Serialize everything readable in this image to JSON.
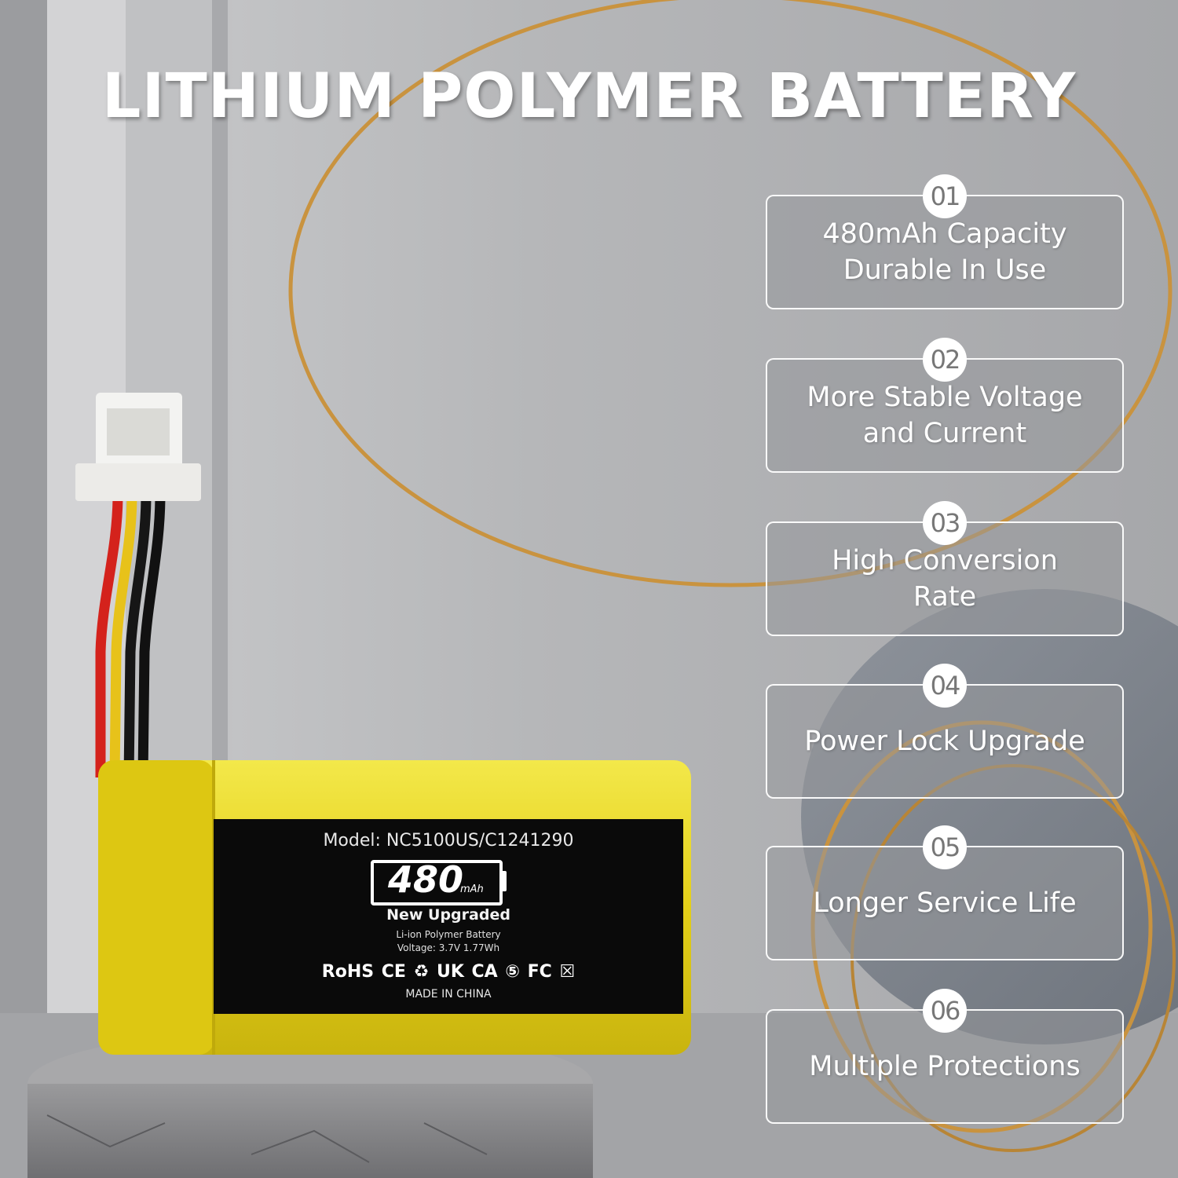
{
  "title": "LITHIUM POLYMER BATTERY",
  "features": [
    {
      "number": "01",
      "text": "480mAh Capacity\nDurable In Use"
    },
    {
      "number": "02",
      "text": "More Stable Voltage\nand Current"
    },
    {
      "number": "03",
      "text": "High Conversion\nRate"
    },
    {
      "number": "04",
      "text": "Power Lock Upgrade"
    },
    {
      "number": "05",
      "text": "Longer Service Life"
    },
    {
      "number": "06",
      "text": "Multiple Protections"
    }
  ],
  "battery_label": {
    "model": "Model: NC5100US/C1241290",
    "capacity": "480",
    "capacity_unit": "mAh",
    "tagline": "New Upgraded",
    "spec_line1": "Li-ion Polymer Battery",
    "spec_line2": "Voltage: 3.7V 1.77Wh",
    "certifications": "RoHS CE ♻ UK CA ⑤ FC ☒",
    "origin": "MADE IN CHINA"
  },
  "colors": {
    "battery_yellow": "#e6d21c",
    "label_black": "#0a0a0a",
    "ring_gold": "#c9933f"
  }
}
